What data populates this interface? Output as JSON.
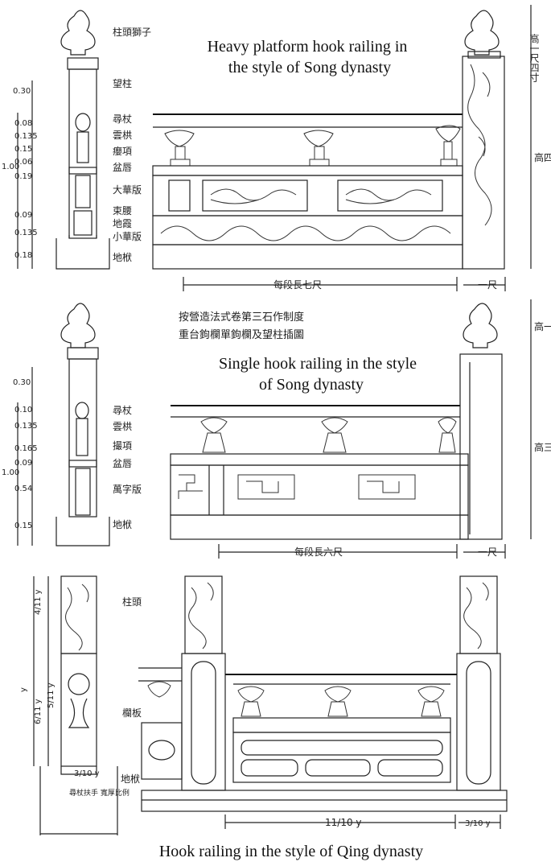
{
  "captions": {
    "song_heavy": "Heavy platform hook railing in the style of Song dynasty",
    "song_heavy_line1": "Heavy platform hook railing in",
    "song_heavy_line2": "the style of Song dynasty",
    "song_single_line1": "Single hook railing in the style",
    "song_single_line2": "of Song dynasty",
    "qing": "Hook railing in the style of Qing dynasty"
  },
  "panel1": {
    "dims": [
      "0.30",
      "0.08",
      "0.135",
      "0.15",
      "0.06",
      "0.19",
      "0.09",
      "0.135",
      "0.18"
    ],
    "total": "1.00",
    "labels": [
      "柱頭獅子",
      "望柱",
      "尋杖",
      "雲栱",
      "癭項",
      "盆唇",
      "大華版",
      "束腰",
      "地霞",
      "小華版",
      "地栿"
    ],
    "span": "每段長七尺",
    "post_width": "一尺",
    "post_height": "高四尺",
    "top_height": "高一尺四寸"
  },
  "panel2": {
    "title_line1": "按營造法式卷第三石作制度",
    "title_line2": "重台鉤欄單鉤欄及望柱插圖",
    "dims": [
      "0.30",
      "0.10",
      "0.135",
      "0.165",
      "0.09",
      "0.54",
      "0.15"
    ],
    "total": "1.00",
    "labels": [
      "尋杖",
      "雲栱",
      "撮項",
      "盆唇",
      "萬字版",
      "地栿"
    ],
    "span": "每段長六尺",
    "post_width": "一尺",
    "post_height": "高三尺五寸",
    "top_height": "高一尺二寸"
  },
  "panel3": {
    "dims": [
      "4/11 y",
      "y",
      "6/11 y",
      "5/11 y"
    ],
    "labels": [
      "柱頭",
      "欄板",
      "地栿"
    ],
    "note": "尋杖扶手 寬厚比例",
    "span": "11/10 y",
    "post_width": "3/10 y",
    "small_dim": "3/10 y"
  }
}
